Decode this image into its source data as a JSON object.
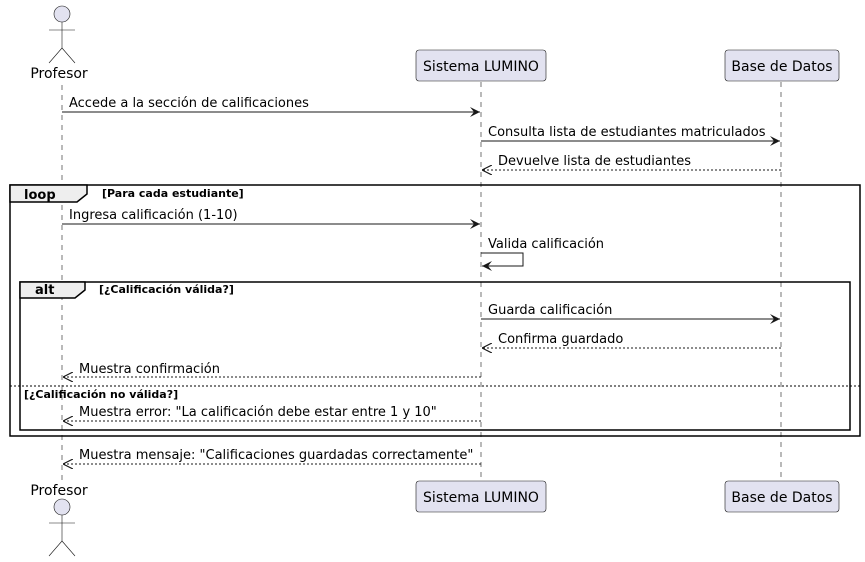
{
  "participants": {
    "profesor": "Profesor",
    "sistema": "Sistema LUMINO",
    "bd": "Base de Datos"
  },
  "messages": {
    "m1": "Accede a la sección de calificaciones",
    "m2": "Consulta lista de estudiantes matriculados",
    "m3": "Devuelve lista de estudiantes",
    "m4": "Ingresa calificación (1-10)",
    "m5": "Valida calificación",
    "m6": "Guarda calificación",
    "m7": "Confirma guardado",
    "m8": "Muestra confirmación",
    "m9": "Muestra error: \"La calificación debe estar entre 1 y 10\"",
    "m10": "Muestra mensaje: \"Calificaciones guardadas correctamente\""
  },
  "frames": {
    "loop_kw": "loop",
    "loop_guard": "[Para cada estudiante]",
    "alt_kw": "alt",
    "alt_guard": "[¿Calificación válida?]",
    "else_guard": "[¿Calificación no válida?]"
  }
}
